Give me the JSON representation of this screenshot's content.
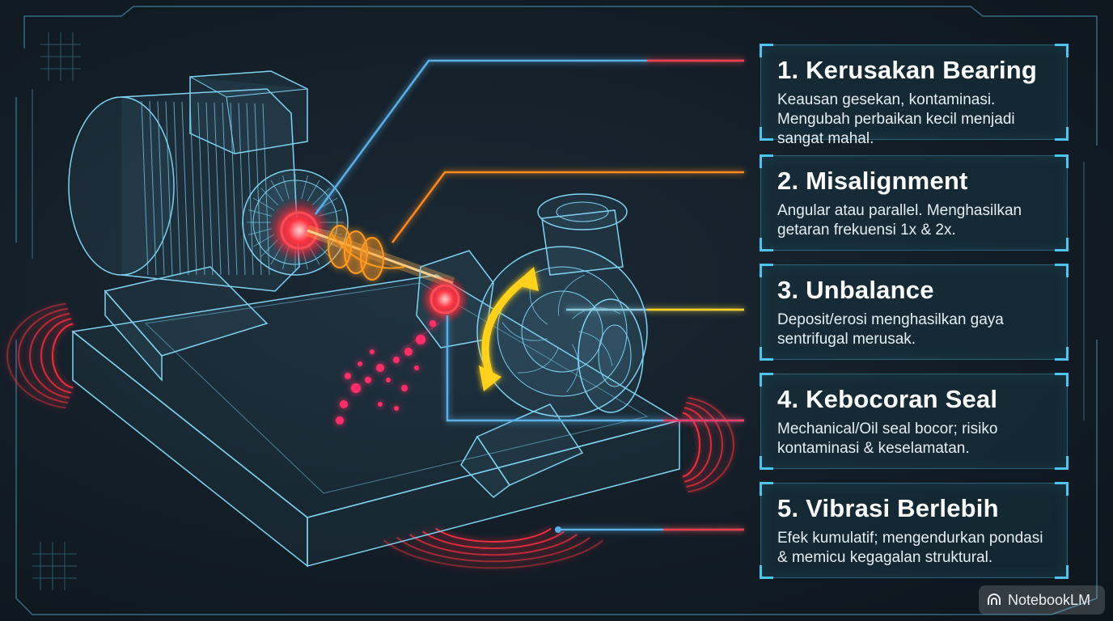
{
  "panels": [
    {
      "title": "1. Kerusakan Bearing",
      "desc": "Keausan gesekan, kontaminasi. Mengubah perbaikan kecil menjadi sangat mahal.",
      "color": "#ff3b47"
    },
    {
      "title": "2. Misalignment",
      "desc": "Angular atau parallel. Menghasilkan getaran frekuensi 1x & 2x.",
      "color": "#ff8a1f"
    },
    {
      "title": "3. Unbalance",
      "desc": "Deposit/erosi menghasilkan gaya sentrifugal merusak.",
      "color": "#ffd11a"
    },
    {
      "title": "4. Kebocoran Seal",
      "desc": "Mechanical/Oil seal bocor; risiko kontaminasi & keselamatan.",
      "color": "#ff3b6b"
    },
    {
      "title": "5. Vibrasi Berlebih",
      "desc": "Efek kumulatif; mengendurkan pondasi & memicu kegagalan struktural.",
      "color": "#ff3b47"
    }
  ],
  "colors": {
    "frame": "#4cc6f0",
    "wire": "#7fd3f2",
    "glow_red": "#ff2a36",
    "coupling": "#ff9a1a",
    "arrow": "#ffd11a"
  },
  "watermark": {
    "text": "NotebookLM",
    "icon": "notebooklm-logo-icon"
  }
}
